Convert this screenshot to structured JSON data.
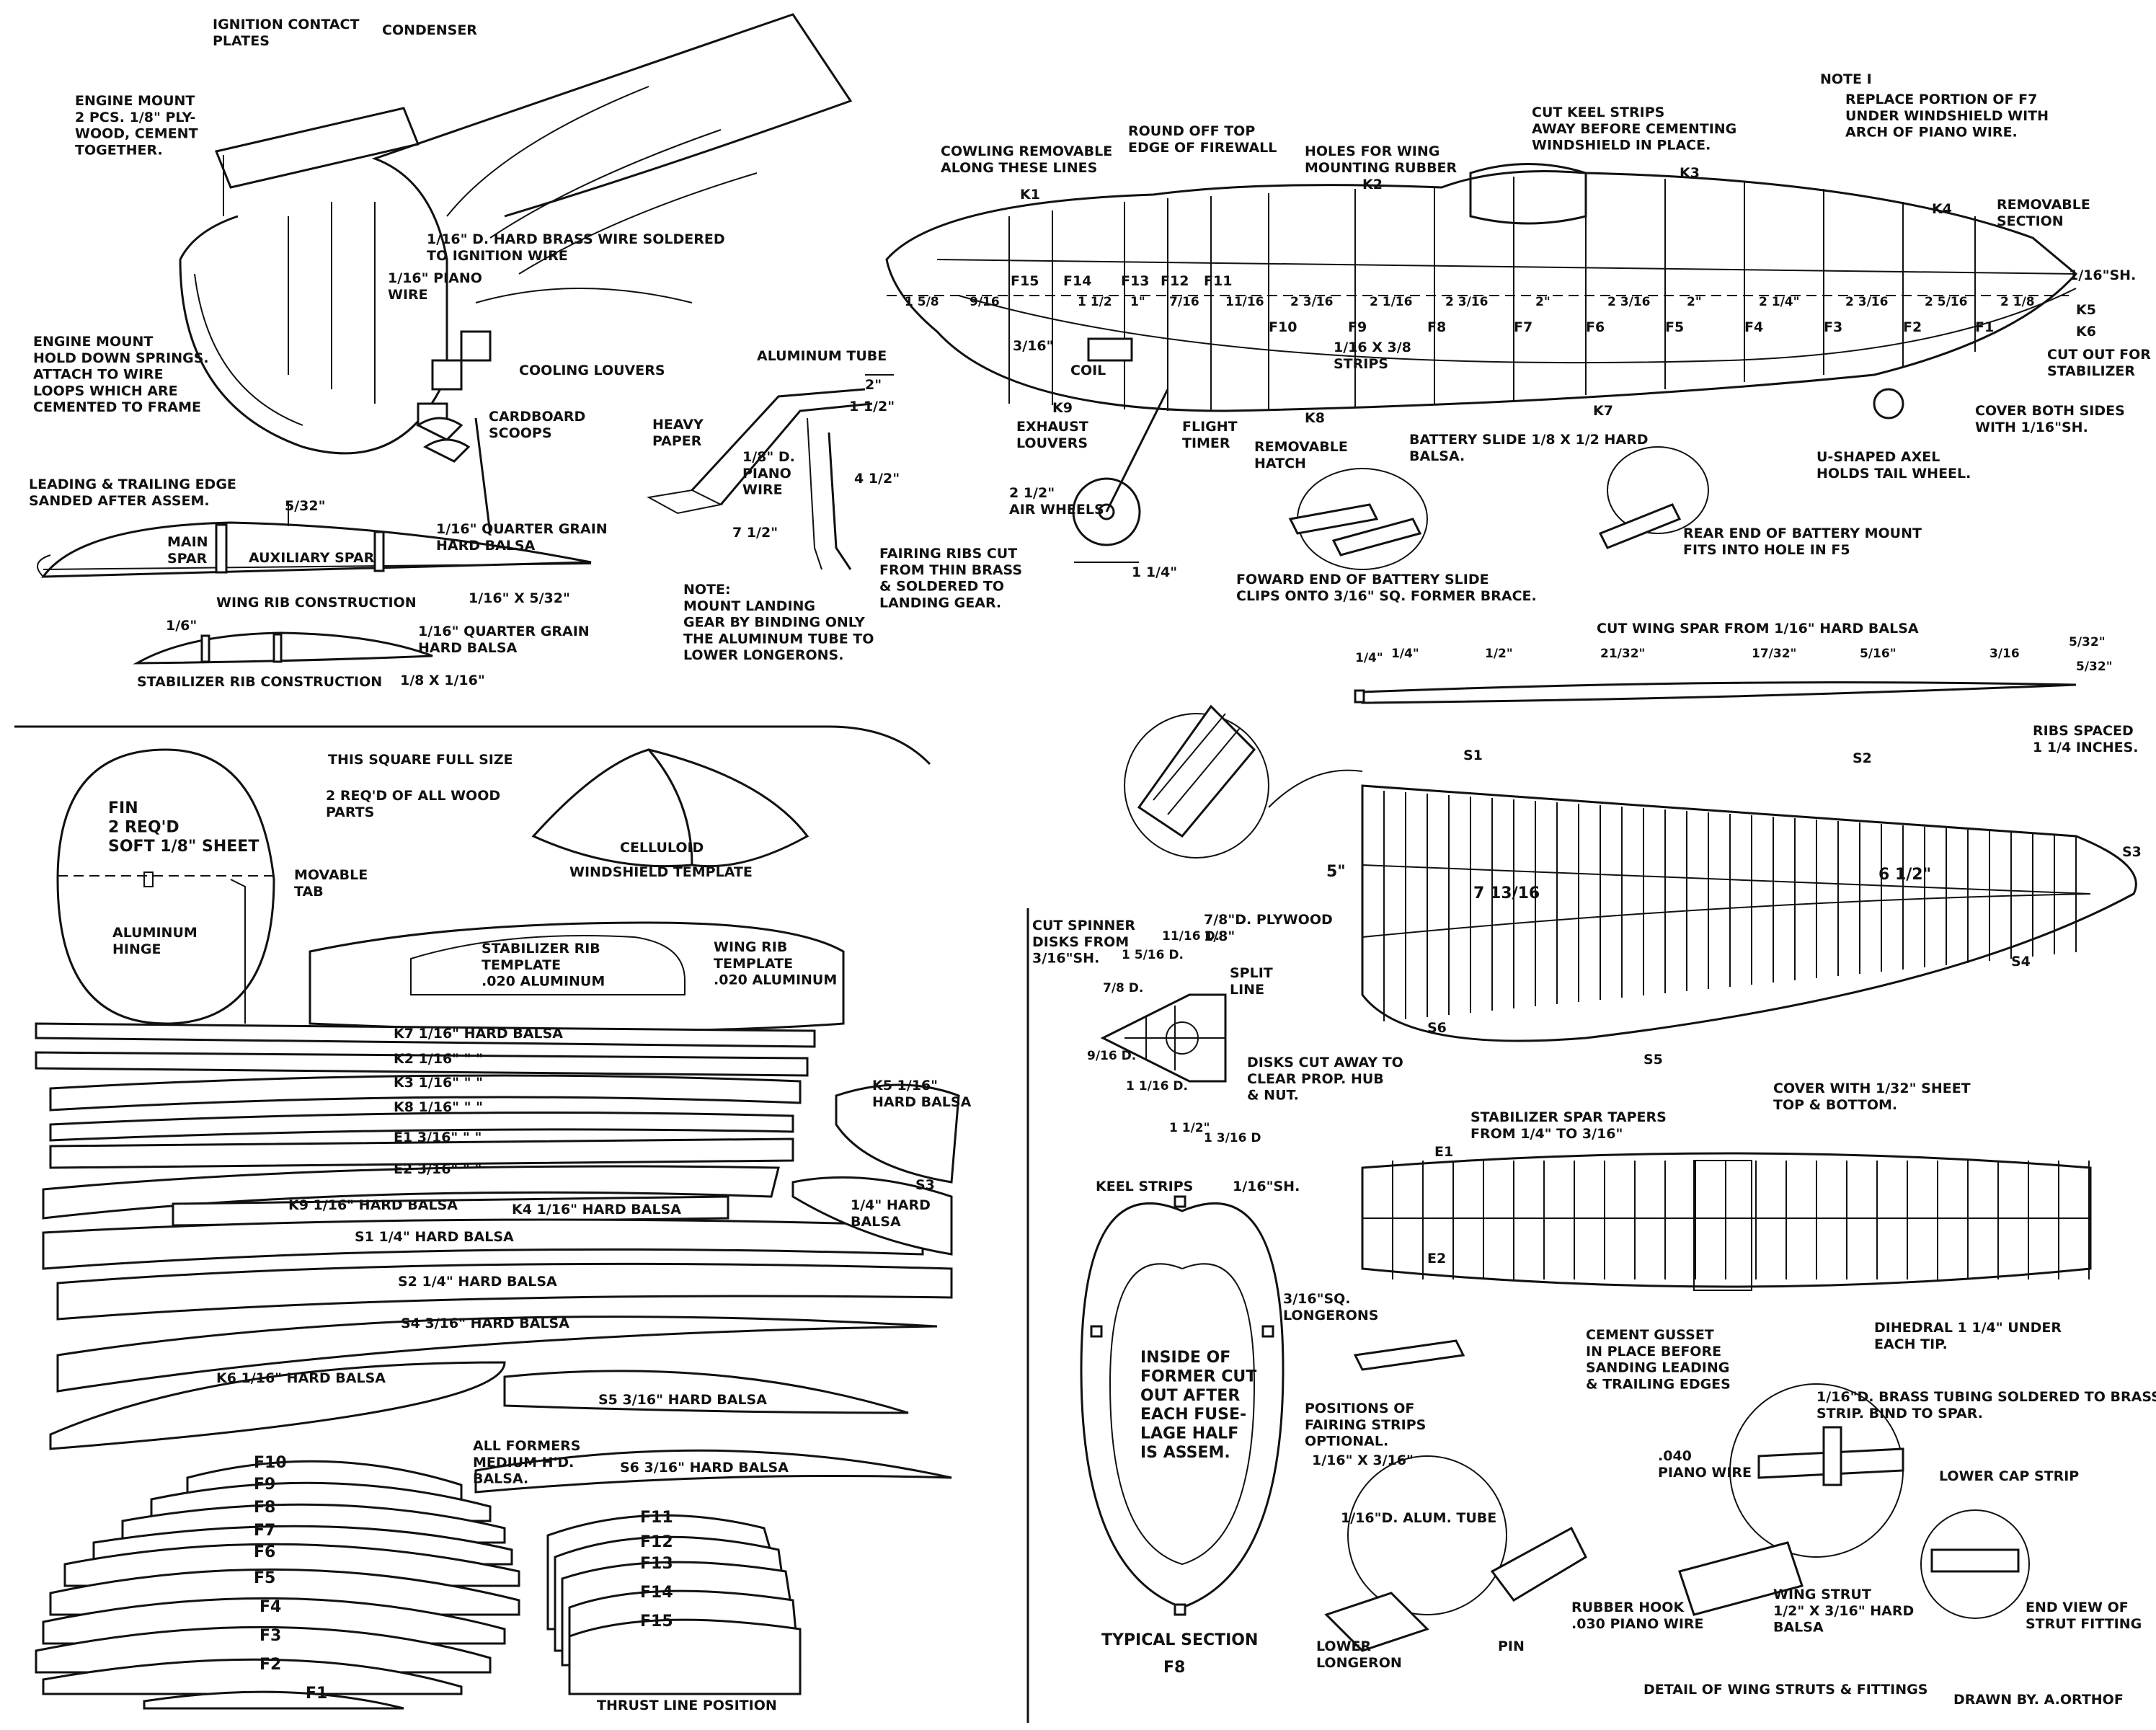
{
  "engine": {
    "ignition": "IGNITION CONTACT\nPLATES",
    "condenser": "CONDENSER",
    "mount": "ENGINE MOUNT\n2 PCS. 1/8\" PLY-\nWOOD, CEMENT\nTOGETHER.",
    "brass_wire": "1/16\" D. HARD BRASS WIRE SOLDERED\nTO IGNITION WIRE",
    "piano_wire": "1/16\" PIANO\nWIRE",
    "springs": "ENGINE MOUNT\nHOLD DOWN SPRINGS.\nATTACH TO WIRE\nLOOPS WHICH ARE\nCEMENTED TO FRAME",
    "louvers": "COOLING LOUVERS",
    "scoops": "CARDBOARD\nSCOOPS"
  },
  "wing_rib": {
    "edge_note": "LEADING & TRAILING EDGE\nSANDED AFTER ASSEM.",
    "dim": "5/32\"",
    "main_spar": "MAIN\nSPAR",
    "aux_spar": "AUXILIARY SPAR",
    "grain": "1/16\" QUARTER GRAIN\nHARD BALSA",
    "strip": "1/16\" X 5/32\"",
    "title": "WING RIB CONSTRUCTION"
  },
  "stab_rib": {
    "dim": "1/6\"",
    "grain": "1/16\" QUARTER GRAIN\nHARD BALSA",
    "strip": "1/8 X 1/16\"",
    "title": "STABILIZER RIB CONSTRUCTION"
  },
  "landing_gear": {
    "tube": "ALUMINUM TUBE",
    "d1": "2\"",
    "d2": "1 1/2\"",
    "paper": "HEAVY\nPAPER",
    "wire": "1/8\" D.\nPIANO\nWIRE",
    "d3": "4 1/2\"",
    "d4": "7 1/2\"",
    "fairing": "FAIRING RIBS CUT\nFROM THIN BRASS\n& SOLDERED TO\nLANDING GEAR.",
    "note": "NOTE:\nMOUNT LANDING\nGEAR BY BINDING ONLY\nTHE ALUMINUM TUBE TO\nLOWER LONGERONS."
  },
  "fuselage": {
    "cowling": "COWLING REMOVABLE\nALONG THESE LINES",
    "firewall": "ROUND OFF TOP\nEDGE OF FIREWALL",
    "holes": "HOLES FOR WING\nMOUNTING RUBBER",
    "keel": "CUT KEEL STRIPS\nAWAY BEFORE CEMENTING\nWINDSHIELD IN PLACE.",
    "note1_title": "NOTE I",
    "note1": "REPLACE PORTION OF F7\nUNDER WINDSHIELD WITH\nARCH OF PIANO WIRE.",
    "removable": "REMOVABLE\nSECTION",
    "sh": "1/16\"SH.",
    "k_labels": [
      "K1",
      "K2",
      "K3",
      "K4",
      "K5",
      "K6",
      "K7",
      "K8",
      "K9"
    ],
    "formers": [
      "F15",
      "F14",
      "F13",
      "F12",
      "F11",
      "F10",
      "F9",
      "F8",
      "F7",
      "F6",
      "F5",
      "F4",
      "F3",
      "F2",
      "F1"
    ],
    "stations": [
      "1 5/8",
      "9/16",
      "1 1/2",
      "1\"",
      "7/16",
      "11/16",
      "2 3/16",
      "2 1/16",
      "2 3/16",
      "2\"",
      "2 3/16",
      "2\"",
      "2 1/4\"",
      "2 3/16",
      "2 5/16",
      "2 1/8"
    ],
    "strips": "1/16 X 3/8\nSTRIPS",
    "d316": "3/16\"",
    "coil": "COIL",
    "exhaust": "EXHAUST\nLOUVERS",
    "timer": "FLIGHT\nTIMER",
    "hatch": "REMOVABLE\nHATCH",
    "battery": "BATTERY SLIDE 1/8 X 1/2 HARD\nBALSA.",
    "stab_cut": "CUT OUT FOR\nSTABILIZER",
    "cover": "COVER BOTH SIDES\nWITH 1/16\"SH.",
    "axel": "U-SHAPED AXEL\nHOLDS TAIL WHEEL.",
    "air_wheels": "2 1/2\"\nAIR WHEELS",
    "d114": "1 1/4\"",
    "fwd_slide": "FOWARD END OF BATTERY SLIDE\nCLIPS ONTO 3/16\" SQ. FORMER BRACE.",
    "rear_mount": "REAR END OF BATTERY MOUNT\nFITS INTO HOLE IN F5"
  },
  "wing": {
    "spar_title": "CUT WING SPAR FROM 1/16\" HARD BALSA",
    "spar_dims": [
      "1/4\"",
      "1/4\"",
      "1/2\"",
      "21/32\"",
      "17/32\"",
      "5/16\"",
      "3/16",
      "5/32\"",
      "5/32\""
    ],
    "ribs": "RIBS SPACED\n1 1/4 INCHES.",
    "s_labels": [
      "S1",
      "S2",
      "S3",
      "S4",
      "S5",
      "S6"
    ],
    "d5": "5\"",
    "d713": "7 13/16",
    "d612": "6 1/2\""
  },
  "spinner": {
    "cut": "CUT SPINNER\nDISKS FROM\n3/16\"SH.",
    "ply": "7/8\"D. PLYWOOD\n1/8\"",
    "d1116": "11/16 D.",
    "d1516": "1 5/16 D.",
    "d78": "7/8 D.",
    "split": "SPLIT\nLINE",
    "d916": "9/16 D.",
    "d1116b": "1 1/16 D.",
    "d112": "1 1/2\"",
    "d1316": "1 3/16 D",
    "disks": "DISKS CUT AWAY TO\nCLEAR PROP. HUB\n& NUT."
  },
  "section": {
    "keel": "KEEL STRIPS",
    "sh": "1/16\"SH.",
    "long": "3/16\"SQ.\nLONGERONS",
    "inside": "INSIDE OF\nFORMER CUT\nOUT AFTER\nEACH FUSE-\nLAGE HALF\nIS ASSEM.",
    "pos": "POSITIONS OF\nFAIRING STRIPS\nOPTIONAL.",
    "strip": "1/16\" X 3/16\"",
    "title": "TYPICAL SECTION",
    "f8": "F8"
  },
  "stabilizer": {
    "taper": "STABILIZER SPAR TAPERS\nFROM 1/4\" TO 3/16\"",
    "cover": "COVER WITH 1/32\" SHEET\nTOP & BOTTOM.",
    "e1": "E1",
    "e2": "E2",
    "gusset": "CEMENT GUSSET\nIN PLACE BEFORE\nSANDING LEADING\n& TRAILING EDGES",
    "dihedral": "DIHEDRAL 1 1/4\" UNDER\nEACH TIP."
  },
  "struts": {
    "tubing": "1/16\"D. BRASS TUBING SOLDERED TO BRASS\nSTRIP. BIND TO SPAR.",
    "piano": ".040\nPIANO WIRE",
    "cap": "LOWER CAP STRIP",
    "strut": "WING STRUT\n1/2\" X 3/16\" HARD\nBALSA",
    "end": "END VIEW OF\nSTRUT FITTING",
    "alum": "1/16\"D. ALUM. TUBE",
    "hook": "RUBBER HOOK\n.030 PIANO WIRE",
    "pin": "PIN",
    "lower": "LOWER\nLONGERON",
    "title": "DETAIL OF WING STRUTS & FITTINGS",
    "drawn": "DRAWN BY. A.ORTHOF"
  },
  "sheet": {
    "square": "THIS SQUARE FULL SIZE",
    "req": "2 REQ'D OF ALL WOOD\nPARTS",
    "fin": "FIN\n2 REQ'D\nSOFT 1/8\" SHEET",
    "tab": "MOVABLE\nTAB",
    "hinge": "ALUMINUM\nHINGE",
    "celluloid": "CELLULOID",
    "windshield": "WINDSHIELD TEMPLATE",
    "stab_tpl": "STABILIZER RIB\nTEMPLATE\n.020 ALUMINUM",
    "wing_tpl": "WING RIB\nTEMPLATE\n.020 ALUMINUM",
    "strips": [
      "K7   1/16\" HARD BALSA",
      "K2   1/16\"    \"      \"",
      "K3   1/16\"    \"      \"",
      "K8   1/16\"    \"      \"",
      "E1   3/16\"    \"      \"",
      "E2   3/16\"    \"      \"",
      "K9 1/16\" HARD BALSA",
      "K4  1/16\" HARD BALSA",
      "S1  1/4\" HARD BALSA",
      "S2  1/4\" HARD BALSA",
      "S4  3/16\" HARD BALSA",
      "K6  1/16\" HARD BALSA",
      "S5  3/16\" HARD BALSA",
      "S6  3/16\" HARD BALSA"
    ],
    "k5": "K5  1/16\"\nHARD BALSA",
    "s3": "S3",
    "s3b": "1/4\" HARD\nBALSA",
    "formers_note": "ALL FORMERS\nMEDIUM H'D.\nBALSA.",
    "left_formers": [
      "F10",
      "F9",
      "F8",
      "F7",
      "F6",
      "F5",
      "F4",
      "F3",
      "F2",
      "F1"
    ],
    "right_formers": [
      "F11",
      "F12",
      "F13",
      "F14",
      "F15"
    ],
    "thrust": "THRUST LINE POSITION"
  }
}
